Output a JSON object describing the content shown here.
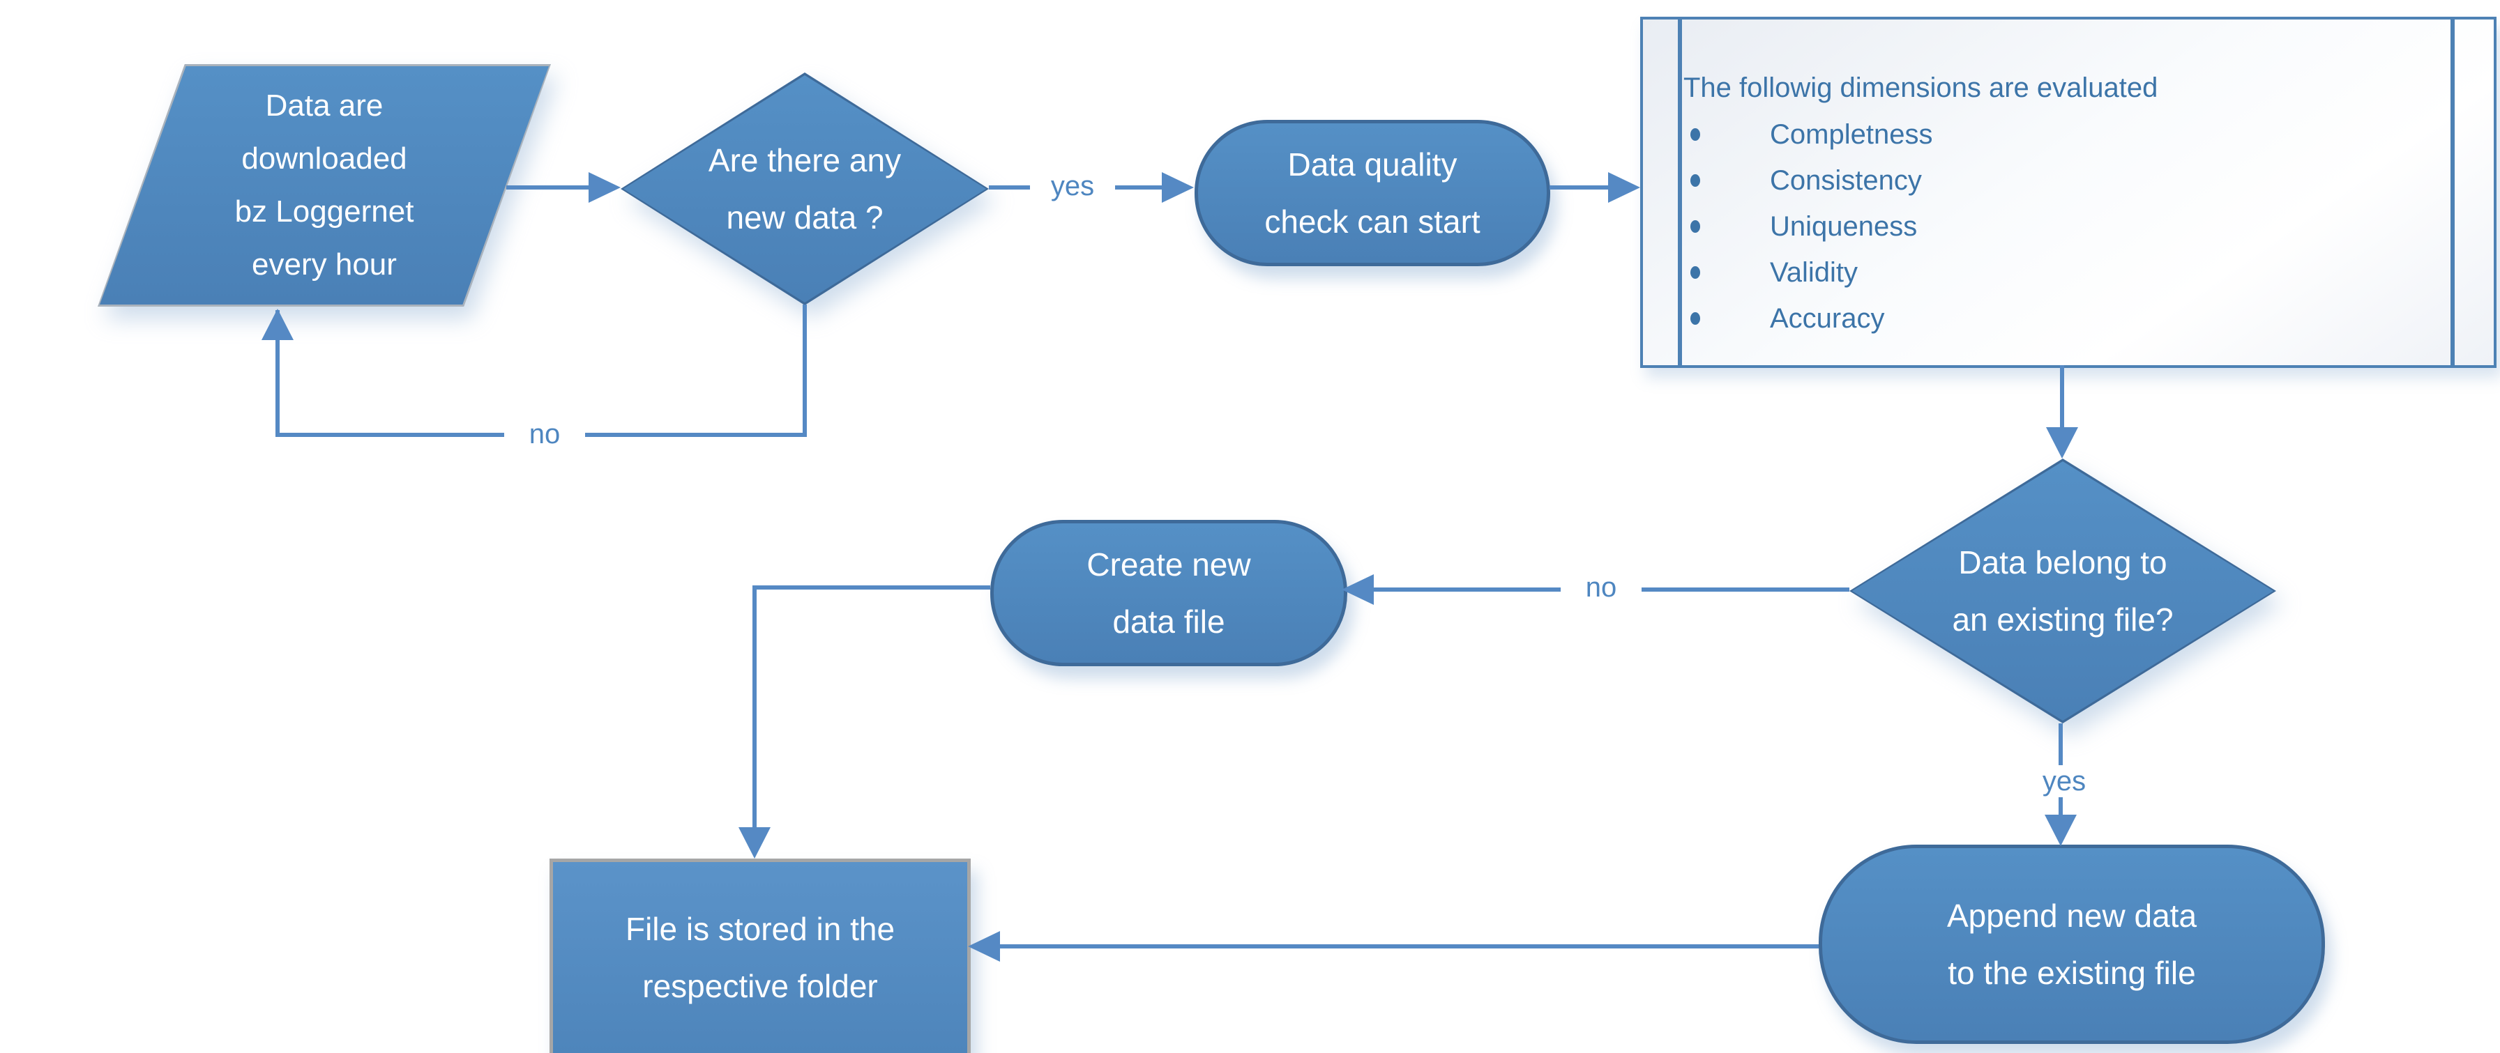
{
  "colors": {
    "node_fill": "#4e84ba",
    "node_border": "#3e6a99",
    "connector": "#5589c4",
    "edge_label_text": "#4e86c0",
    "box_text": "#3c74a8",
    "box_border": "#4d81b4",
    "stored_rect_border": "#a6a6a6",
    "parallelogram_border": "#a9b2bc"
  },
  "nodes": {
    "start": {
      "lines": [
        "Data are",
        "downloaded",
        "bz Loggernet",
        "every hour"
      ]
    },
    "decision_new_data": {
      "lines": [
        "Are there any",
        "new data ?"
      ]
    },
    "quality_check": {
      "lines": [
        "Data quality",
        "check can start"
      ]
    },
    "dimensions_box": {
      "title": "The followig dimensions are evaluated",
      "items": [
        "Completness",
        "Consistency",
        "Uniqueness",
        "Validity",
        "Accuracy"
      ]
    },
    "decision_existing_file": {
      "lines": [
        "Data belong to",
        "an existing file?"
      ]
    },
    "create_file": {
      "lines": [
        "Create new",
        "data file"
      ]
    },
    "store_file": {
      "lines": [
        "File is stored in the",
        "respective folder"
      ]
    },
    "append_data": {
      "lines": [
        "Append new data",
        "to the existing file"
      ]
    }
  },
  "edge_labels": {
    "yes_new_data": "yes",
    "no_new_data": "no",
    "yes_existing": "yes",
    "no_existing": "no"
  }
}
